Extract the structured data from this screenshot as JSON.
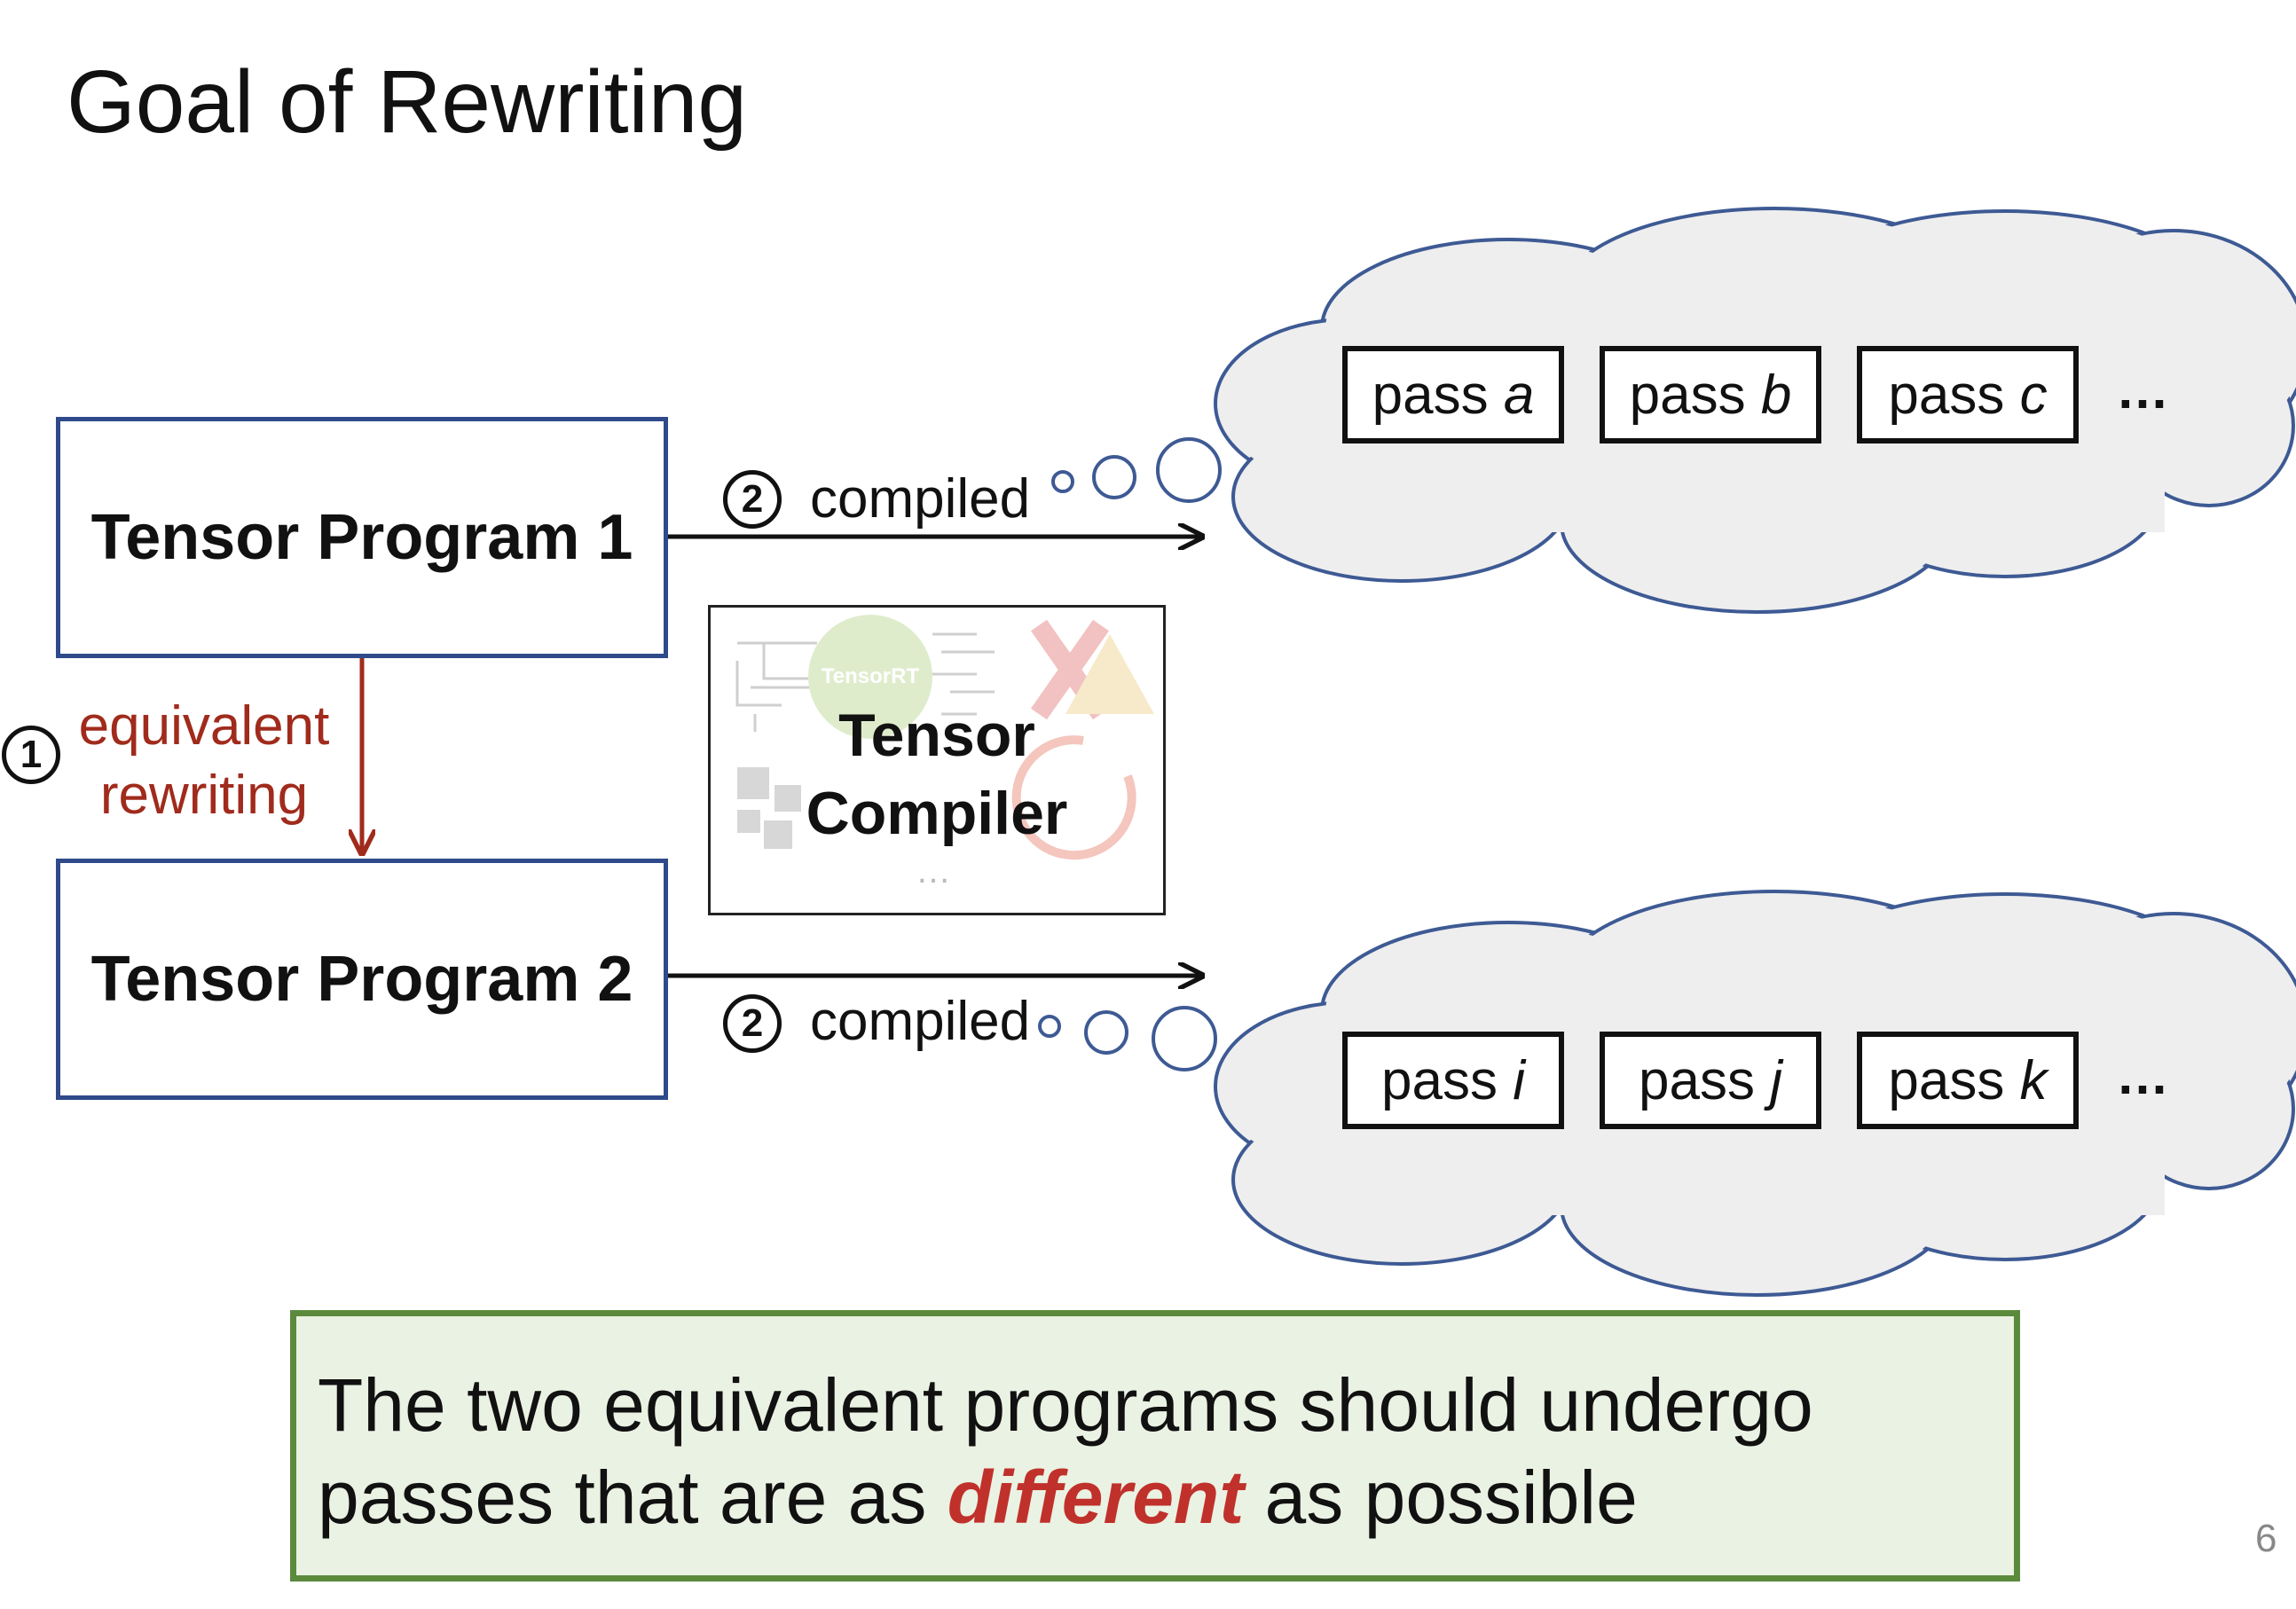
{
  "slide": {
    "title": "Goal of Rewriting",
    "page_number": "6"
  },
  "programs": {
    "p1": "Tensor Program 1",
    "p2": "Tensor Program 2"
  },
  "rewriting": {
    "step": "1",
    "line1": "equivalent",
    "line2": "rewriting"
  },
  "compile": {
    "step": "2",
    "label": "compiled"
  },
  "compiler": {
    "title": "Tensor\nCompiler",
    "logo_text": "TensorRT",
    "dots": "…"
  },
  "cloud_top": {
    "prefix": "pass",
    "passes": [
      "a",
      "b",
      "c"
    ],
    "more": "…"
  },
  "cloud_bottom": {
    "prefix": "pass",
    "passes": [
      "i",
      "j",
      "k"
    ],
    "more": "…"
  },
  "note": {
    "line1": "The two equivalent programs should undergo",
    "line2_before": "passes that are as ",
    "line2_emph": "different",
    "line2_after": " as possible"
  },
  "colors": {
    "program_border": "#2f4a8a",
    "rewrite_red": "#a02b1c",
    "cloud_fill": "#eeeeee",
    "cloud_stroke": "#3e5a94",
    "note_fill": "#eaf2e3",
    "note_border": "#5b8a3c",
    "emphasis": "#c0312b"
  }
}
